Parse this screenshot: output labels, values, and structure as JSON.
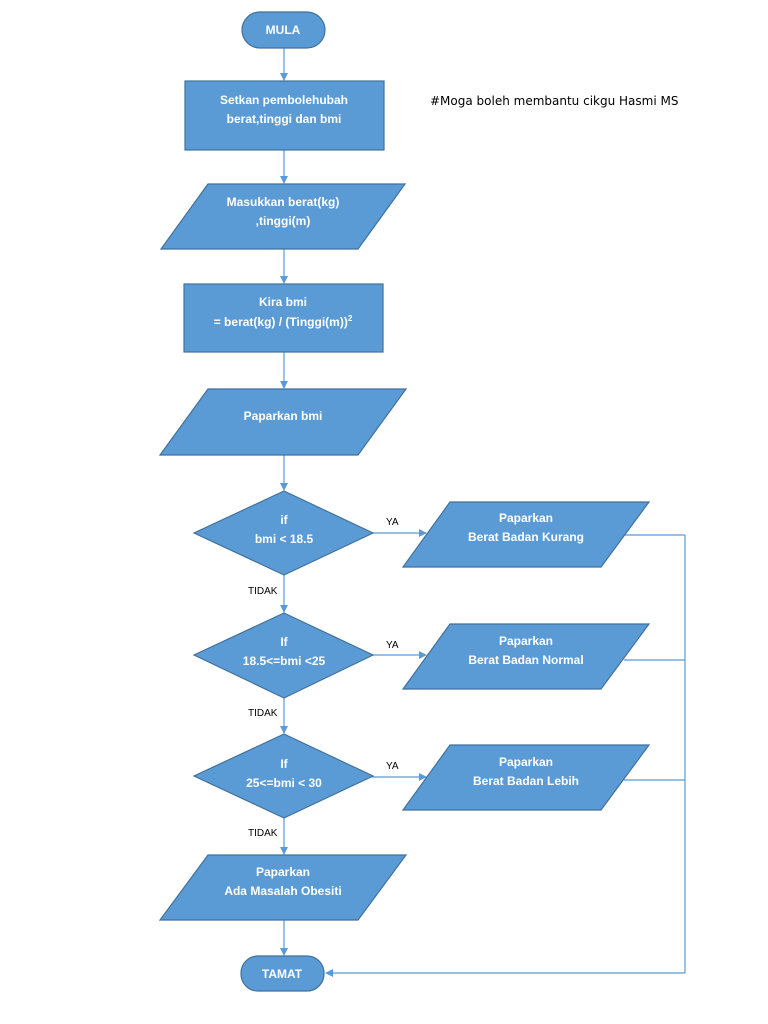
{
  "note": "#Moga boleh membantu cikgu Hasmi MS",
  "nodes": {
    "start": {
      "text": "MULA"
    },
    "init": {
      "line1": "Setkan pembolehubah",
      "line2": "berat,tinggi dan bmi"
    },
    "input": {
      "line1": "Masukkan berat(kg)",
      "line2": ",tinggi(m)"
    },
    "calc": {
      "line1": "Kira bmi",
      "line2": "= berat(kg) / (Tinggi(m))",
      "sup": "2"
    },
    "display_bmi": {
      "text": "Paparkan bmi"
    },
    "decision1": {
      "line1": "if",
      "line2": "bmi < 18.5"
    },
    "decision2": {
      "line1": "If",
      "line2": "18.5<=bmi <25"
    },
    "decision3": {
      "line1": "If",
      "line2": "25<=bmi < 30"
    },
    "out_kurang": {
      "line1": "Paparkan",
      "line2": "Berat Badan Kurang"
    },
    "out_normal": {
      "line1": "Paparkan",
      "line2": "Berat Badan Normal"
    },
    "out_lebih": {
      "line1": "Paparkan",
      "line2": "Berat Badan Lebih"
    },
    "out_obesiti": {
      "line1": "Paparkan",
      "line2": "Ada Masalah Obesiti"
    },
    "end": {
      "text": "TAMAT"
    }
  },
  "labels": {
    "yes": "YA",
    "no": "TIDAK"
  }
}
